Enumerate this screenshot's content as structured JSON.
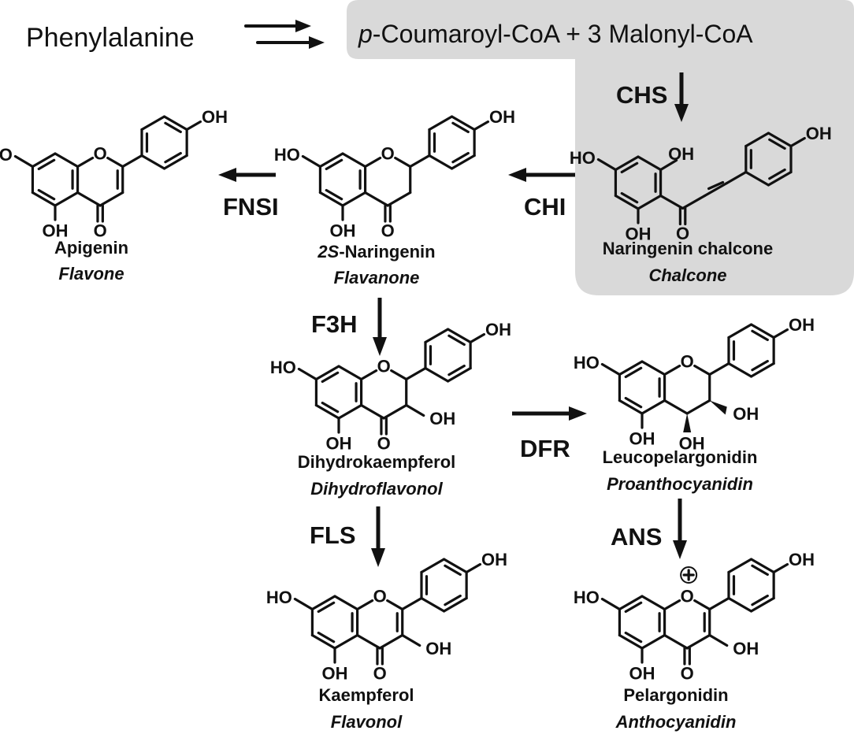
{
  "precursor": {
    "start": "Phenylalanine",
    "p_italic": "p",
    "coumaroyl": "-Coumaroyl-CoA + 3 Malonyl-CoA"
  },
  "enzymes": {
    "chs": "CHS",
    "chi": "CHI",
    "fnsi": "FNSI",
    "f3h": "F3H",
    "dfr": "DFR",
    "fls": "FLS",
    "ans": "ANS"
  },
  "compounds": {
    "chalcone": {
      "name": "Naringenin chalcone",
      "class": "Chalcone"
    },
    "naringenin": {
      "name_prefix": "2S",
      "name_rest": "-Naringenin",
      "class": "Flavanone"
    },
    "apigenin": {
      "name": "Apigenin",
      "class": "Flavone"
    },
    "dihydrokaempferol": {
      "name": "Dihydrokaempferol",
      "class": "Dihydroflavonol"
    },
    "leucopelargonidin": {
      "name": "Leucopelargonidin",
      "class": "Proanthocyanidin"
    },
    "kaempferol": {
      "name": "Kaempferol",
      "class": "Flavonol"
    },
    "pelargonidin": {
      "name": "Pelargonidin",
      "class": "Anthocyanidin"
    }
  },
  "atoms": {
    "oh": "OH",
    "ho": "HO",
    "o": "O",
    "plus": "+"
  },
  "colors": {
    "highlight": "#d9d9d9",
    "ink": "#111111"
  }
}
